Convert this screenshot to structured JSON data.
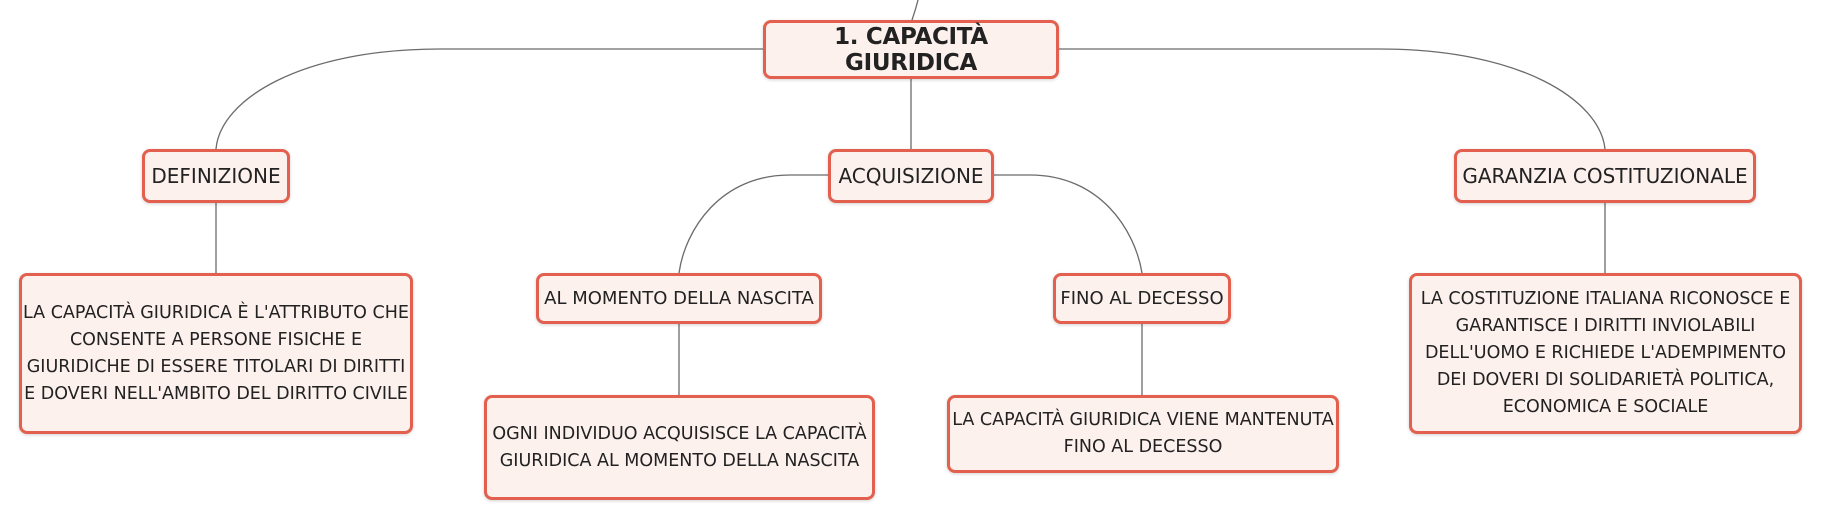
{
  "mindmap": {
    "root": {
      "label": "1. CAPACITÀ GIURIDICA"
    },
    "branches": {
      "definizione": {
        "label": "DEFINIZIONE",
        "detail": "LA CAPACITÀ GIURIDICA È L'ATTRIBUTO CHE CONSENTE A PERSONE FISICHE E GIURIDICHE DI ESSERE TITOLARI DI DIRITTI E DOVERI NELL'AMBITO DEL DIRITTO CIVILE"
      },
      "acquisizione": {
        "label": "ACQUISIZIONE",
        "children": {
          "nascita": {
            "label": "AL MOMENTO DELLA NASCITA",
            "detail": "OGNI INDIVIDUO ACQUISISCE LA CAPACITÀ GIURIDICA AL MOMENTO DELLA NASCITA"
          },
          "decesso": {
            "label": "FINO AL DECESSO",
            "detail": "LA CAPACITÀ GIURIDICA VIENE MANTENUTA FINO AL DECESSO"
          }
        }
      },
      "garanzia": {
        "label": "GARANZIA COSTITUZIONALE",
        "detail": "LA COSTITUZIONE ITALIANA RICONOSCE E GARANTISCE I DIRITTI INVIOLABILI DELL'UOMO E RICHIEDE L'ADEMPIMENTO DEI DOVERI DI SOLIDARIETÀ POLITICA, ECONOMICA E SOCIALE"
      }
    }
  },
  "colors": {
    "node_border": "#e2604d",
    "node_fill": "#fdf1ee",
    "connector": "#6b6b6b",
    "text": "#222222"
  }
}
